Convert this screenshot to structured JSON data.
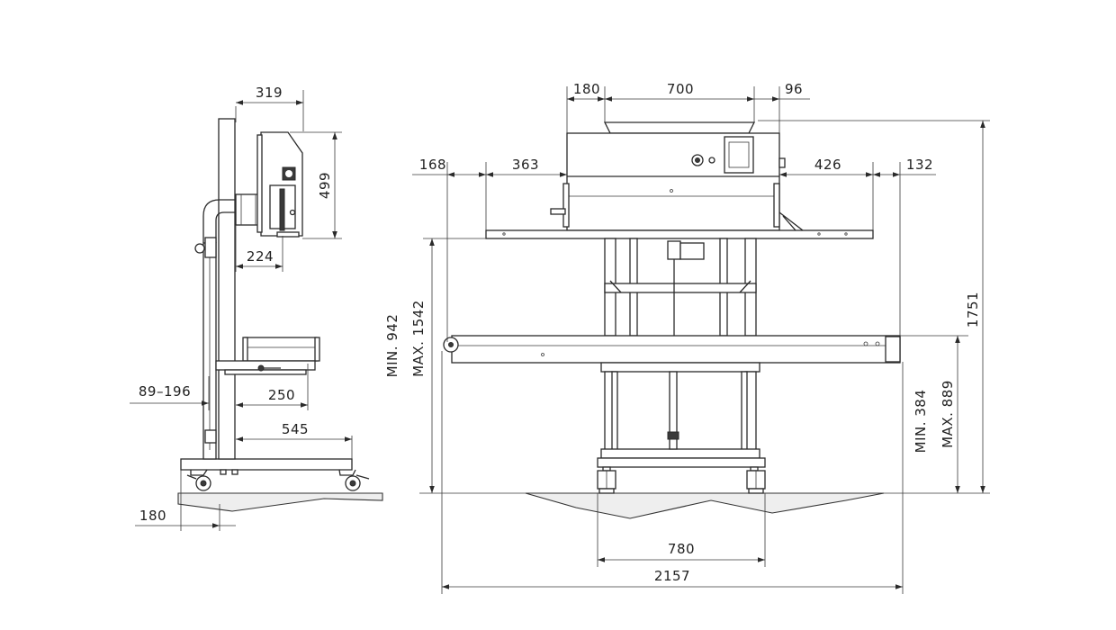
{
  "side_view": {
    "dim_top_width": "319",
    "dim_head_height": "499",
    "dim_head_offset": "224",
    "dim_cross_adjust": "89–196",
    "dim_conveyor_reach": "250",
    "dim_base_reach": "545",
    "dim_base_width": "180"
  },
  "front_view": {
    "dim_left_extension": "180",
    "dim_head_width": "700",
    "dim_right_extension": "96",
    "dim_table_left_outer": "168",
    "dim_table_left_inner": "363",
    "dim_table_right_inner": "426",
    "dim_table_right_outer": "132",
    "dim_table_height": "MIN. 942\nMAX. 1542",
    "dim_table_height_min": "MIN. 942",
    "dim_table_height_max": "MAX. 1542",
    "dim_conveyor_height_min": "MIN. 384",
    "dim_conveyor_height_max": "MAX. 889",
    "dim_total_height": "1751",
    "dim_base_width": "780",
    "dim_total_length": "2157"
  },
  "colors": {
    "line": "#2a2a2a",
    "ground_fill": "#eeeeee",
    "background": "#ffffff"
  }
}
